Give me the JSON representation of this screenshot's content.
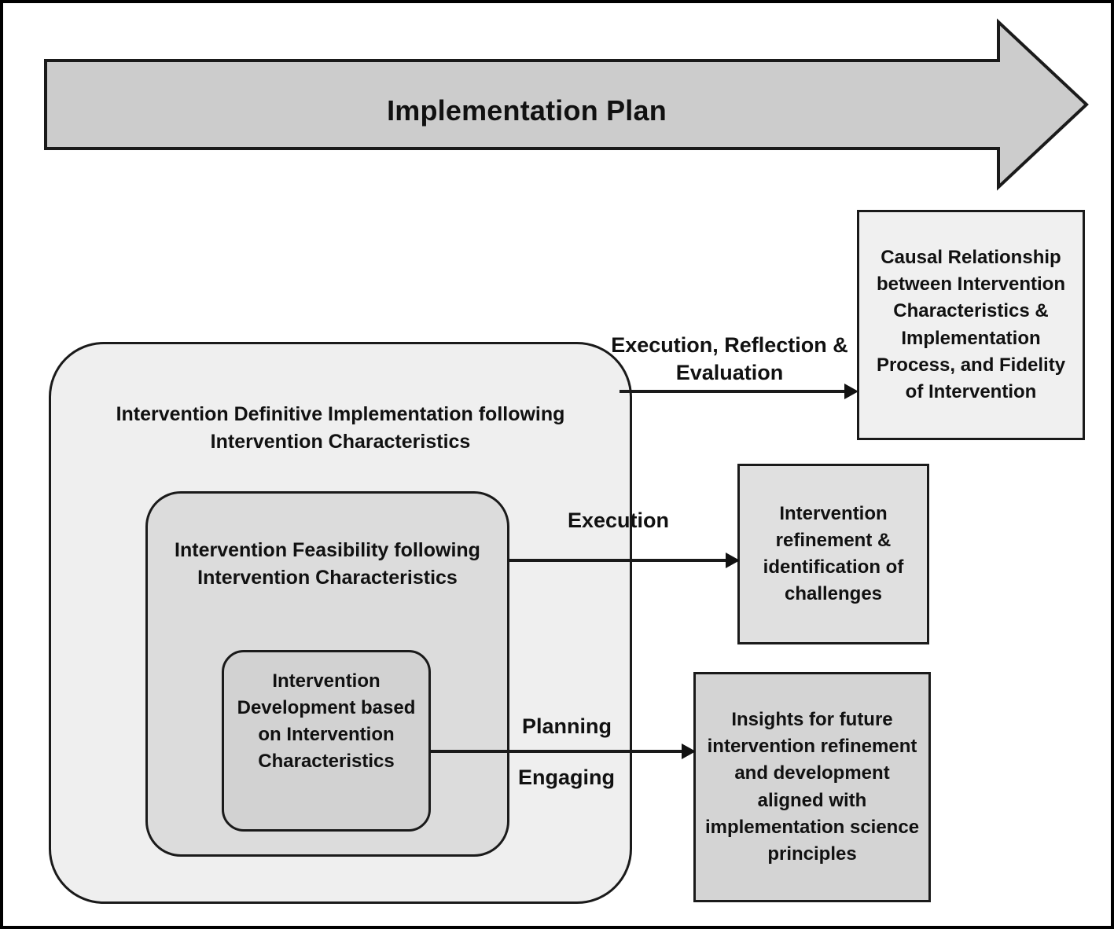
{
  "figure": {
    "banner": {
      "label": "Implementation Plan",
      "icon": "right-arrow-banner"
    },
    "nested_stages": [
      {
        "id": "definitive-implementation",
        "title": "Intervention Definitive Implementation following Intervention Characteristics",
        "fill": "#efefef"
      },
      {
        "id": "feasibility",
        "title": "Intervention Feasibility following Intervention Characteristics",
        "fill": "#dcdcdc"
      },
      {
        "id": "development",
        "title": "Intervention Development based on Intervention Characteristics",
        "fill": "#d2d2d2"
      }
    ],
    "outcomes": [
      {
        "id": "causal-relationship",
        "text": "Causal Relationship between Intervention Characteristics & Implementation Process, and Fidelity of Intervention",
        "fill": "#f0f0f0"
      },
      {
        "id": "intervention-refinement",
        "text": "Intervention refinement & identification of challenges",
        "fill": "#e0e0e0"
      },
      {
        "id": "future-insights",
        "text": "Insights for future intervention refinement and development aligned with implementation science principles",
        "fill": "#d4d4d4"
      }
    ],
    "connectors": [
      {
        "id": "execution-reflection-evaluation",
        "label": "Execution, Reflection & Evaluation"
      },
      {
        "id": "execution",
        "label": "Execution"
      },
      {
        "id": "planning",
        "label": "Planning"
      },
      {
        "id": "engaging",
        "label": "Engaging"
      }
    ],
    "colors": {
      "stroke": "#1a1a1a",
      "banner_fill": "#cccccc",
      "background": "#ffffff"
    }
  }
}
